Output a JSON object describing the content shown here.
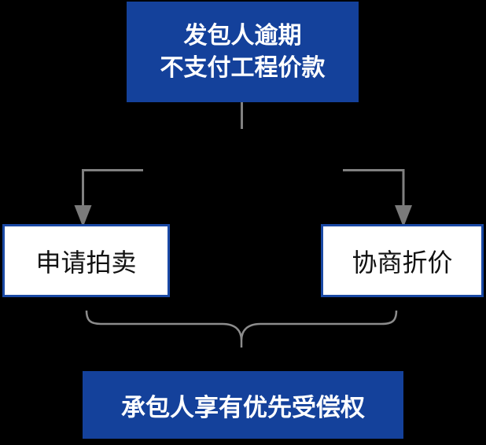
{
  "colors": {
    "background": "#000000",
    "blue_fill": "#14419B",
    "blue_border": "#1A49A5",
    "connector_gray": "#808080",
    "text_on_blue": "#FFFFFF",
    "text_on_white": "#111111"
  },
  "flowchart": {
    "top_node": {
      "line1": "发包人逾期",
      "line2": "不支付工程价款"
    },
    "left_node": {
      "label": "申请拍卖"
    },
    "right_node": {
      "label": "协商折价"
    },
    "bottom_node": {
      "label": "承包人享有优先受偿权"
    }
  }
}
